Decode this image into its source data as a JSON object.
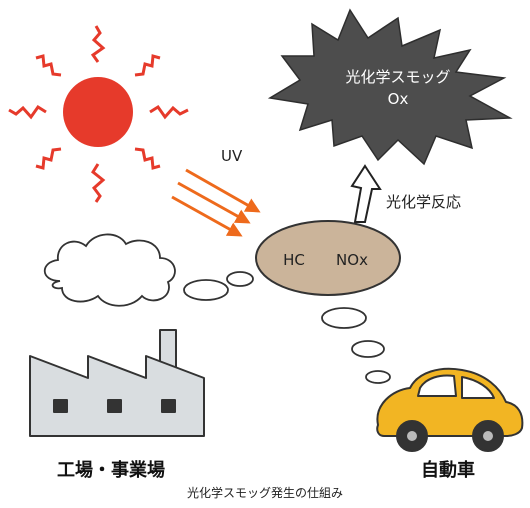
{
  "smog": {
    "line1": "光化学スモッグ",
    "line2": "Ox"
  },
  "uv_label": "UV",
  "reaction_label": "光化学反応",
  "pollutants": {
    "hc": "HC",
    "nox": "NOx"
  },
  "factory_label": "工場・事業場",
  "car_label": "自動車",
  "caption": "光化学スモッグ発生の仕組み",
  "colors": {
    "sun": "#e63a2b",
    "uv_arrows": "#ee6a1c",
    "smog_fill": "#4d4d4d",
    "bubble_fill": "#cbb49a",
    "car_fill": "#f2b523",
    "factory_fill": "#d9dde0"
  }
}
